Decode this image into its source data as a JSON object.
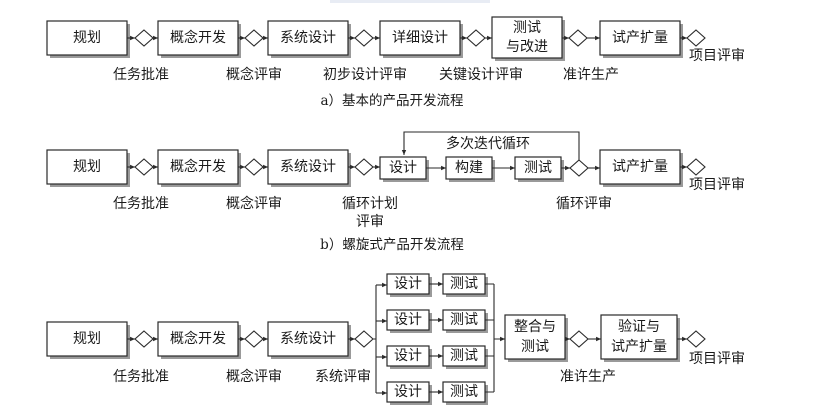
{
  "diagram_a": {
    "boxes": [
      "规划",
      "概念开发",
      "系统设计",
      "详细设计",
      "测试\n与改进",
      "试产扩量"
    ],
    "end_label": "项目评审",
    "milestones": [
      "任务批准",
      "概念评审",
      "初步设计评审",
      "关键设计评审",
      "准许生产"
    ],
    "caption": "a）基本的产品开发流程"
  },
  "diagram_b": {
    "boxes": [
      "规划",
      "概念开发",
      "系统设计"
    ],
    "loop_boxes": [
      "设计",
      "构建",
      "测试"
    ],
    "loop_label": "多次迭代循环",
    "final_box": "试产扩量",
    "end_label": "项目评审",
    "milestones": [
      "任务批准",
      "概念评审",
      "循环计划",
      "评审",
      "循环评审"
    ],
    "caption": "b）螺旋式产品开发流程"
  },
  "diagram_c": {
    "boxes": [
      "规划",
      "概念开发",
      "系统设计"
    ],
    "parallel_pairs": [
      {
        "design": "设计",
        "test": "测试"
      },
      {
        "design": "设计",
        "test": "测试"
      },
      {
        "design": "设计",
        "test": "测试"
      },
      {
        "design": "设计",
        "test": "测试"
      }
    ],
    "integrate_box": "整合与\n测试",
    "final_box": "验证与\n试产扩量",
    "end_label": "项目评审",
    "milestones": [
      "任务批准",
      "概念评审",
      "系统评审",
      "准许生产"
    ]
  }
}
